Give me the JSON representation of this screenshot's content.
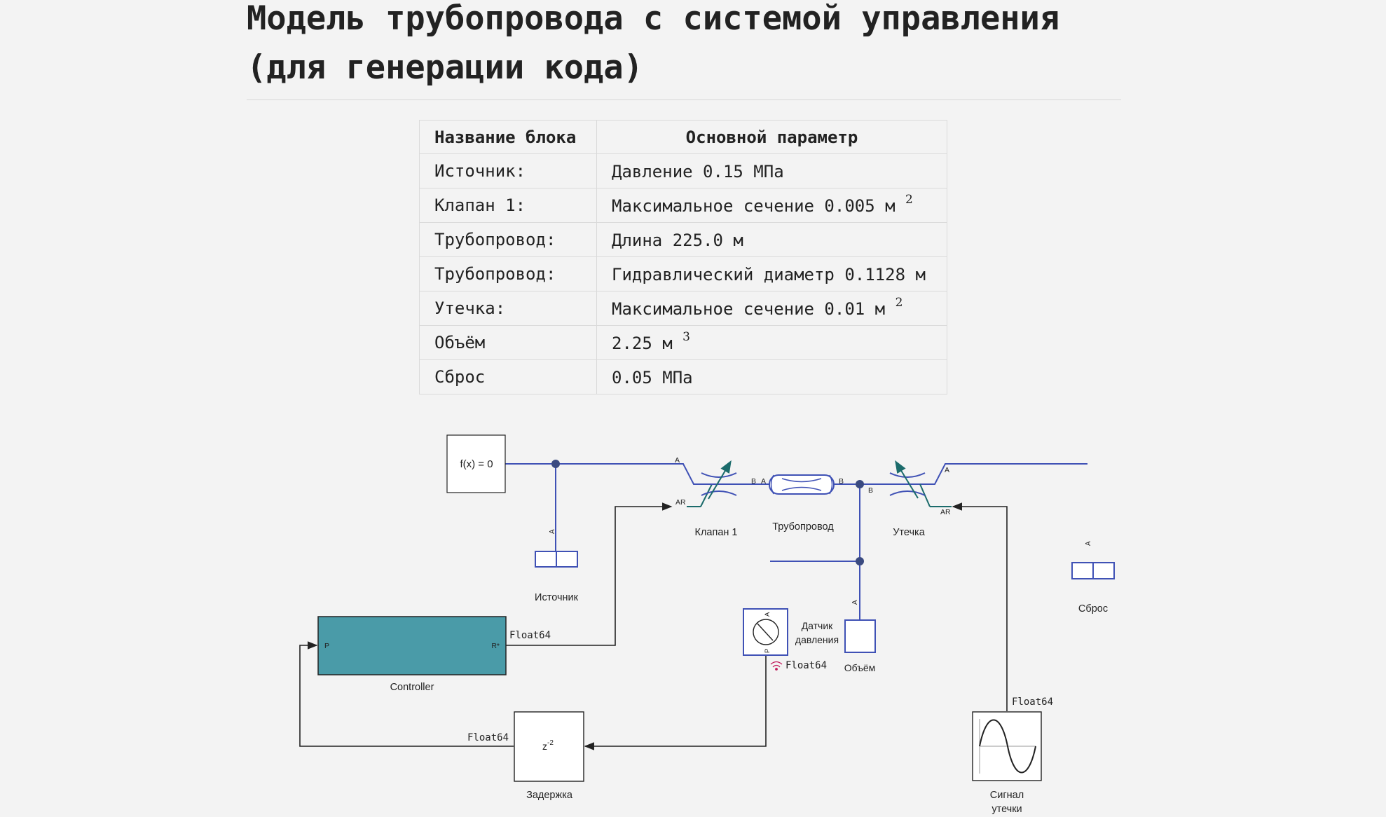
{
  "page": {
    "title": "Модель трубопровода с системой управления (для генерации кода)"
  },
  "params_table": {
    "headers": [
      "Название блока",
      "Основной параметр"
    ],
    "rows": [
      {
        "block": "Источник:",
        "param": "Давление 0.15 МПа",
        "sup": ""
      },
      {
        "block": "Клапан 1:",
        "param": "Максимальное сечение 0.005 м ",
        "sup": "2"
      },
      {
        "block": "Трубопровод:",
        "param": "Длина 225.0 м",
        "sup": ""
      },
      {
        "block": "Трубопровод:",
        "param": "Гидравлический диаметр 0.1128 м",
        "sup": ""
      },
      {
        "block": "Утечка:",
        "param": "Максимальное сечение 0.01 м ",
        "sup": "2"
      },
      {
        "block": "Объём",
        "param": "2.25 м ",
        "sup": "3"
      },
      {
        "block": "Сброс",
        "param": "0.05 МПа",
        "sup": ""
      }
    ]
  },
  "diagram": {
    "colors": {
      "hydraulic_line": "#3f51b5",
      "signal_line": "#222222",
      "controller_fill": "#4a9ba8",
      "valve_control": "#1b6b6b",
      "block_fill": "#ffffff"
    },
    "blocks": {
      "solver": {
        "label": "f(x) = 0"
      },
      "source": {
        "label": "Источник",
        "port": "A"
      },
      "valve": {
        "label": "Клапан 1",
        "port_a": "A",
        "port_b": "B",
        "port_ar": "AR"
      },
      "pipe": {
        "label": "Трубопровод",
        "port_a": "A",
        "port_b": "B"
      },
      "leak": {
        "label": "Утечка",
        "port_a": "A",
        "port_b": "B",
        "port_ar": "AR"
      },
      "reset": {
        "label": "Сброс",
        "port": "A"
      },
      "controller": {
        "label": "Controller",
        "port_in": "P",
        "port_out": "R*",
        "output_type": "Float64"
      },
      "sensor": {
        "label_line1": "Датчик",
        "label_line2": "давления",
        "port_a": "A",
        "port_p": "P",
        "output_type": "Float64",
        "icon": "wireless-icon"
      },
      "volume": {
        "label": "Объём",
        "port": "A"
      },
      "delay": {
        "label": "Задержка",
        "expr_base": "z",
        "expr_exp": "-2",
        "output_type": "Float64"
      },
      "leak_signal": {
        "label_line1": "Сигнал",
        "label_line2": "утечки",
        "output_type": "Float64",
        "icon": "sine-wave-icon"
      }
    }
  }
}
